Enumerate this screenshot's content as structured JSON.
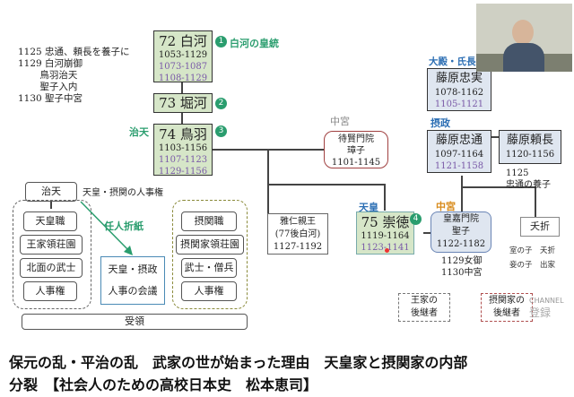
{
  "left_notes": [
    "1125 忠通、頼長を養子に",
    "1129 白河崩御",
    "　　 鳥羽治天",
    "　　 聖子入内",
    "1130 聖子中宮"
  ],
  "shirakawa": {
    "name": "72 白河",
    "l1": "1053-1129",
    "l2": "1073-1087",
    "l3": "1108-1129",
    "badge": "1",
    "caption": "白河の皇統"
  },
  "horikawa": {
    "name": "73 堀河",
    "badge": "2"
  },
  "toba": {
    "label": "治天",
    "name": "74 鳥羽",
    "l1": "1103-1156",
    "l2": "1107-1123",
    "l3": "1129-1156",
    "badge": "3"
  },
  "taikenmonin": {
    "label": "中宮",
    "n1": "待賢門院",
    "n2": "璋子",
    "l1": "1101-1145"
  },
  "masahito": {
    "n1": "雅仁親王",
    "n2": "(77後白河)",
    "l1": "1127-1192"
  },
  "sutoku": {
    "label": "天皇",
    "name": "75 崇徳",
    "l1": "1119-1164",
    "l2": "1123-1141",
    "badge": "4"
  },
  "tadazane": {
    "label": "大殿・氏長者",
    "n1": "藤原忠実",
    "l1": "1078-1162",
    "l2": "1105-1121"
  },
  "tadamichi": {
    "label": "摂政",
    "n1": "藤原忠通",
    "l1": "1097-1164",
    "l2": "1121-1158"
  },
  "yorinaga": {
    "n1": "藤原頼長",
    "l1": "1120-1156",
    "note1": "1125",
    "note2": "忠通の養子"
  },
  "kokamonin": {
    "label": "中宮",
    "n1": "皇嘉門院",
    "n2": "聖子",
    "l1": "1122-1182",
    "note1": "1129女御",
    "note2": "1130中宮"
  },
  "yoseki": {
    "label": "夭折",
    "r1": "室の子　夭折",
    "r2": "妾の子　出家"
  },
  "heirs": {
    "imperial": [
      "王家の",
      "後継者"
    ],
    "regent": [
      "摂関家の",
      "後継者"
    ]
  },
  "chiten": {
    "head": "治天",
    "note": "天皇・摂関の人事権",
    "ninjin": "任人折紙",
    "left": [
      "天皇職",
      "王家領荘園",
      "北面の武士",
      "人事権"
    ],
    "mid": [
      "天皇・摂政",
      "人事の会議"
    ],
    "right": [
      "摂関職",
      "摂関家領荘園",
      "武士・僧兵",
      "人事権"
    ],
    "juryo": "受領"
  },
  "channel": {
    "label": "CHANNEL",
    "reg": "登録"
  },
  "footer": {
    "line1": "保元の乱・平治の乱　武家の世が始まった理由　天皇家と摂関家の内部",
    "line2": "分裂　【社会人のための高校日本史　松本恵司】"
  }
}
